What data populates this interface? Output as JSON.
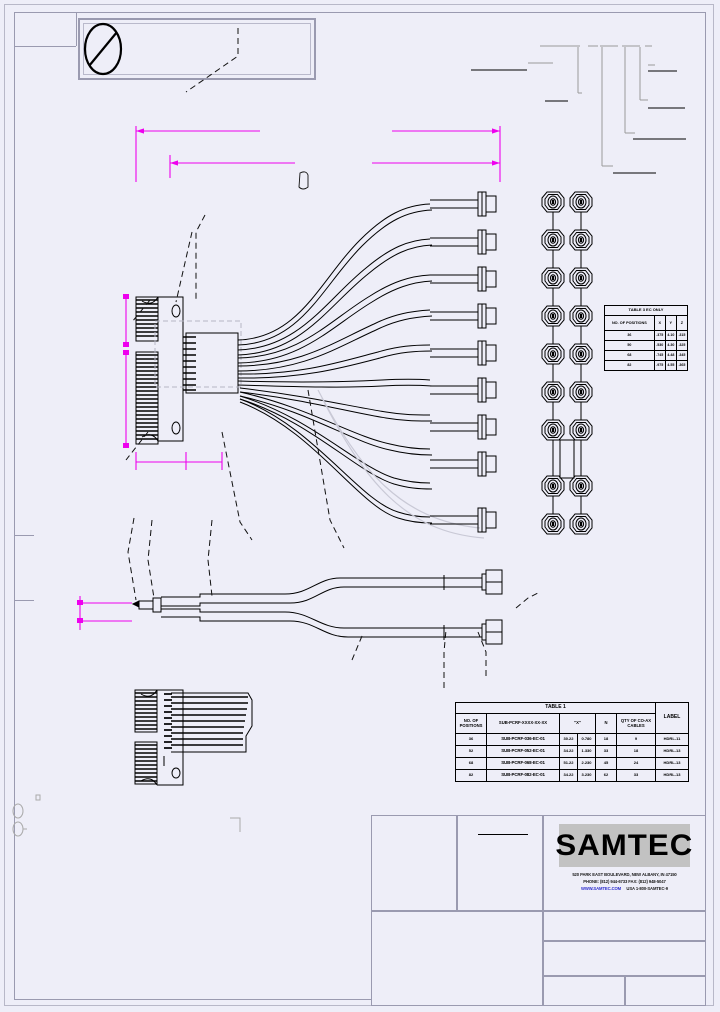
{
  "sheet": {
    "title": "Samtec Cable Assembly Engineering Drawing",
    "background_color": "#eeeef8",
    "line_color": "#000000",
    "dimension_color": "#ff00ff",
    "leader_color": "#9a9a9a"
  },
  "title_block_top_left": {
    "symbol": "do-not-scale-ellipse",
    "label": ""
  },
  "table3": {
    "title": "TABLE 3  EC ONLY",
    "columns": [
      "NO. OF POSITIONS",
      "X",
      "Y",
      "Z"
    ],
    "rows": [
      {
        "positions": "36",
        "x": ".375",
        "y": "4.10",
        "z": ".315"
      },
      {
        "positions": "50",
        "x": ".530",
        "y": "4.30",
        "z": ".325"
      },
      {
        "positions": "68",
        "x": ".745",
        "y": "4.48",
        "z": ".345"
      },
      {
        "positions": "82",
        "x": ".975",
        "y": "4.55",
        "z": ".365"
      }
    ]
  },
  "table1": {
    "title": "TABLE 1",
    "columns": [
      "NO. OF POSITIONS",
      "SUB-PCRF-XXXX-XX-XX",
      "\"X\"",
      "N",
      "QTY OF CO-AX CABLES",
      "LABEL"
    ],
    "rows": [
      {
        "positions": "36",
        "part": "SUB-PCRF-036-EC-01",
        "x1": "30.22",
        "x2": "0.780",
        "n": "18",
        "qty": "9",
        "label": "HDRL-11"
      },
      {
        "positions": "52",
        "part": "SUB-PCRF-052-EC-01",
        "x1": "34.22",
        "x2": "1.330",
        "n": "33",
        "qty": "18",
        "label": "HDRL-13"
      },
      {
        "positions": "68",
        "part": "SUB-PCRF-068-EC-01",
        "x1": "51.22",
        "x2": "2.230",
        "n": "45",
        "qty": "24",
        "label": "HDRL-13"
      },
      {
        "positions": "82",
        "part": "SUB-PCRF-082-EC-01",
        "x1": "34.22",
        "x2": "3.230",
        "n": "62",
        "qty": "33",
        "label": "HDRL-13"
      }
    ]
  },
  "company": {
    "name": "SAMTEC",
    "address_line1": "520 PARK EAST BOULEVARD, NEW ALBANY, IN 47150",
    "address_line2": "PHONE: (812) 944-6733      FAX: (812) 948-5047",
    "address_line3_web": "WWW.SAMTEC.COM",
    "address_line3_extra": "USA  1-800-SAMTEC-9"
  },
  "title_block": {
    "left_cell": "",
    "mid_cell": "",
    "rev_cell": "",
    "sheet_cell": "",
    "scale_cell": "",
    "size_cell": ""
  },
  "views": {
    "top_assembly": "Cable assembly - fanned co-ax pigtail view",
    "front_array": "Co-ax bulkhead connector front view array",
    "bottom_assembly": "Twin co-ax jumper side view",
    "ribbon_view": "Ribbon cable termination view"
  }
}
